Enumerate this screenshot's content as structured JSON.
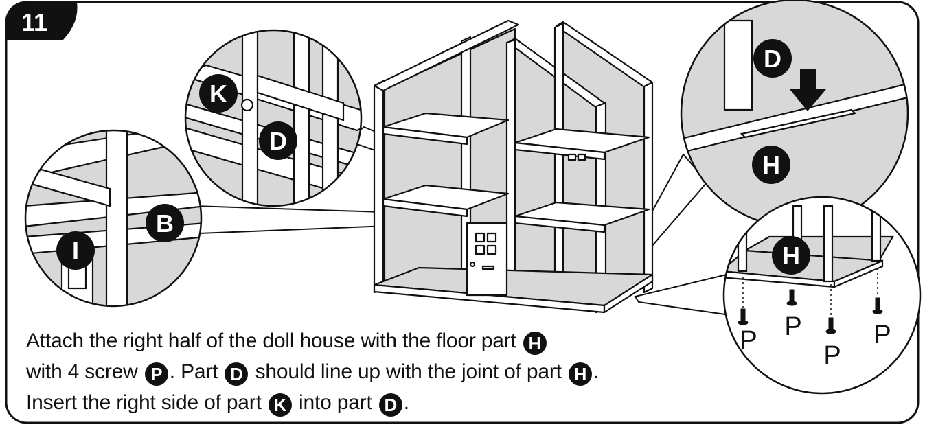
{
  "step": {
    "number": "11"
  },
  "callouts": {
    "k_callout": {
      "label_k": "K",
      "label_d": "D"
    },
    "b_callout": {
      "label_b": "B",
      "label_i": "I"
    },
    "d_callout": {
      "label_d": "D",
      "label_h": "H"
    },
    "h_callout": {
      "label_h": "H",
      "screw_labels": [
        "P",
        "P",
        "P",
        "P"
      ]
    }
  },
  "instructions": {
    "line1": {
      "text": "Attach the right half of the doll house with the floor part",
      "part": "H"
    },
    "line2": {
      "text_a": "with 4 screw",
      "part_a": "P",
      "text_b": ". Part",
      "part_b": "D",
      "text_c": "should line up with the joint of part",
      "part_c": "H",
      "text_d": "."
    },
    "line3": {
      "text_a": "Insert the right side of part",
      "part_a": "K",
      "text_b": "into part",
      "part_b": "D",
      "text_c": "."
    }
  },
  "colors": {
    "ink": "#111111",
    "panel": "#d8d8d8",
    "paper": "#ffffff"
  }
}
